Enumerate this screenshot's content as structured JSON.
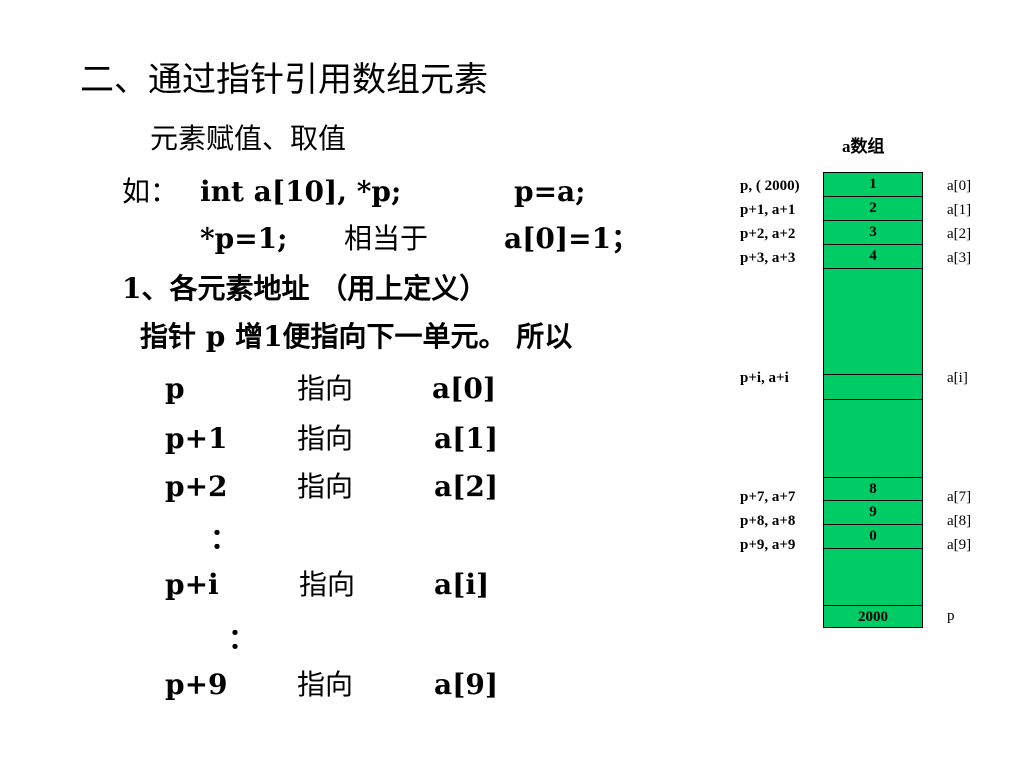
{
  "title": "二、通过指针引用数组元素",
  "subtitle": "元素赋值、取值",
  "example": {
    "prefix": "如：",
    "decl": "int   a[10], *p;",
    "assign": "p=a;",
    "stmt": "*p=1;",
    "equiv_word": "相当于",
    "equiv": "a[0]=1；"
  },
  "section": "1、各元素地址  （用上定义）",
  "note": "指针 p 增1便指向下一单元。 所以",
  "mapping": {
    "verb": "指向",
    "rows": [
      {
        "ptr": "p",
        "elem": "a[0]"
      },
      {
        "ptr": "p+1",
        "elem": "a[1]"
      },
      {
        "ptr": "p+2",
        "elem": "a[2]"
      },
      {
        "ptr": "p+i",
        "elem": "a[i]"
      },
      {
        "ptr": "p+9",
        "elem": "a[9]"
      }
    ],
    "ellipsis": "："
  },
  "diagram": {
    "heading": "a数组",
    "cells": [
      {
        "left": "p, ( 2000)",
        "value": "1",
        "right": "a[0]"
      },
      {
        "left": "p+1, a+1",
        "value": "2",
        "right": "a[1]"
      },
      {
        "left": "p+2, a+2",
        "value": "3",
        "right": "a[2]"
      },
      {
        "left": "p+3, a+3",
        "value": "4",
        "right": "a[3]"
      },
      {
        "left": "p+i, a+i",
        "value": "",
        "right": "a[i]"
      },
      {
        "left": "p+7, a+7",
        "value": "8",
        "right": "a[7]"
      },
      {
        "left": "p+8, a+8",
        "value": "9",
        "right": "a[8]"
      },
      {
        "left": "p+9, a+9",
        "value": "0",
        "right": "a[9]"
      },
      {
        "left": "",
        "value": "2000",
        "right": "p"
      }
    ],
    "fill_color": "#00cc66"
  }
}
